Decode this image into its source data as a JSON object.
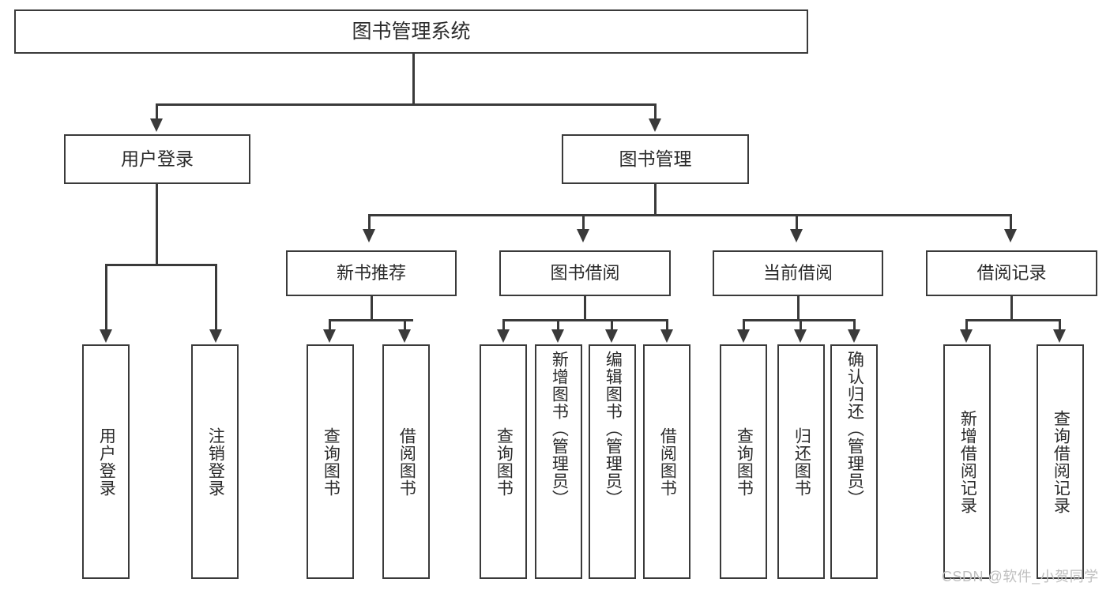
{
  "diagram": {
    "title": "图书管理系统",
    "type": "tree-hierarchy",
    "root": {
      "label": "图书管理系统"
    },
    "level2": [
      {
        "label": "用户登录"
      },
      {
        "label": "图书管理"
      }
    ],
    "level3": [
      {
        "label": "新书推荐"
      },
      {
        "label": "图书借阅"
      },
      {
        "label": "当前借阅"
      },
      {
        "label": "借阅记录"
      }
    ],
    "leaves": {
      "user_login": [
        {
          "label": "用户登录"
        },
        {
          "label": "注销登录"
        }
      ],
      "new_recommend": [
        {
          "label": "查询图书"
        },
        {
          "label": "借阅图书"
        }
      ],
      "book_borrow": [
        {
          "label": "查询图书"
        },
        {
          "label": "新增图书（管理员）"
        },
        {
          "label": "编辑图书（管理员）"
        },
        {
          "label": "借阅图书"
        }
      ],
      "current_borrow": [
        {
          "label": "查询图书"
        },
        {
          "label": "归还图书"
        },
        {
          "label": "确认归还（管理员）"
        }
      ],
      "borrow_records": [
        {
          "label": "新增借阅记录"
        },
        {
          "label": "查询借阅记录"
        }
      ]
    }
  },
  "watermark": {
    "text": "CSDN @软件_小贺同学"
  },
  "colors": {
    "stroke": "#3a3a3a",
    "text": "#2b2b2b",
    "background": "#ffffff",
    "watermark": "#bfbfbf"
  }
}
